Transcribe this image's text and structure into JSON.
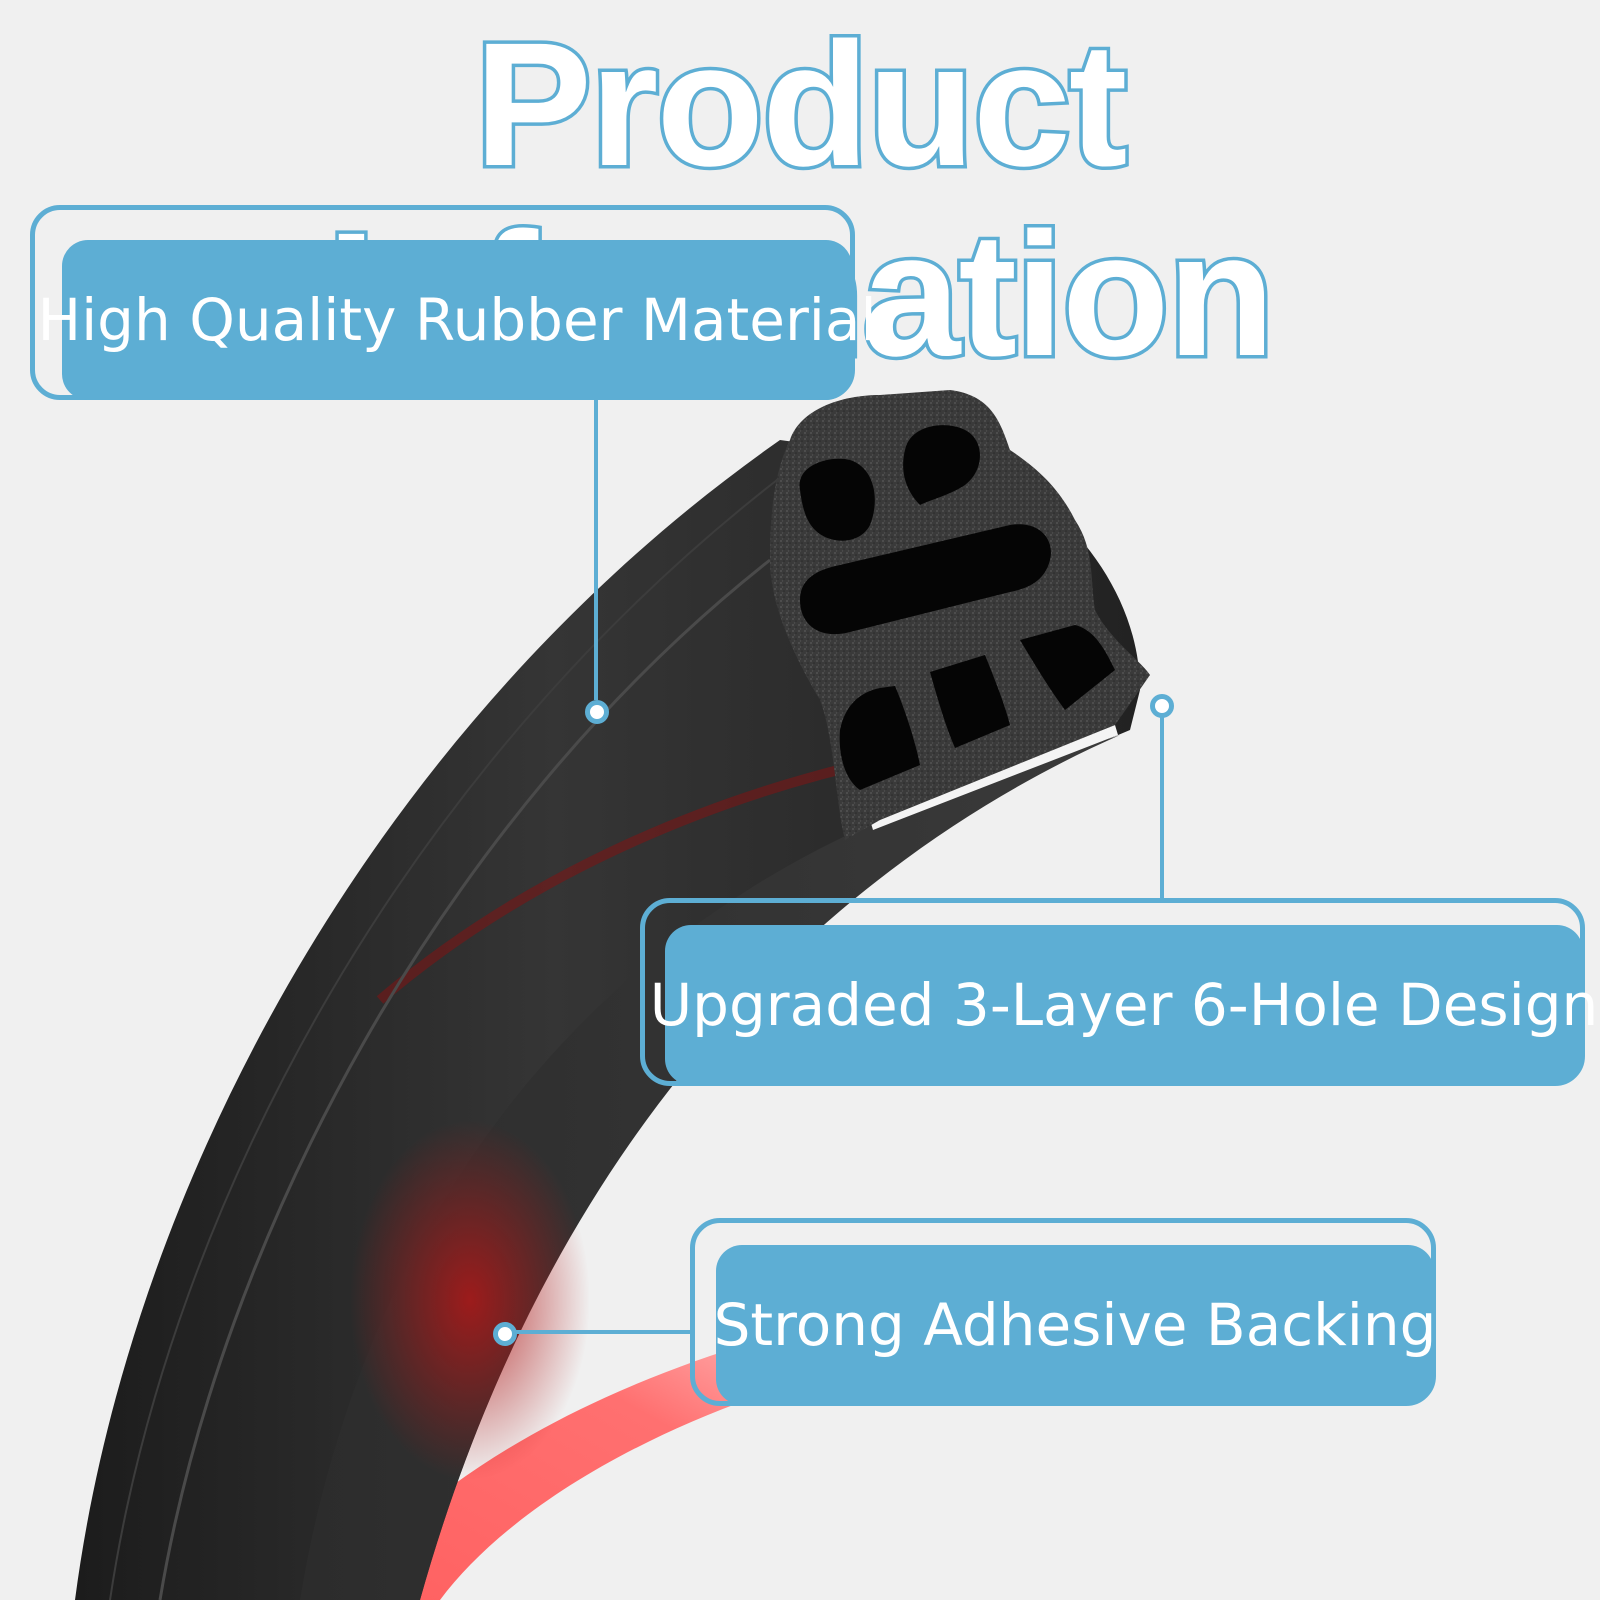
{
  "title": "Product Information",
  "callouts": [
    {
      "label": "High Quality Rubber Material"
    },
    {
      "label": "Upgraded 3-Layer 6-Hole Design"
    },
    {
      "label": "Strong Adhesive Backing"
    }
  ],
  "colors": {
    "accent": "#5daed4",
    "background": "#f0f0f0",
    "rubber": "#2a2a2a",
    "adhesive_tape": "#ff5a5a"
  }
}
